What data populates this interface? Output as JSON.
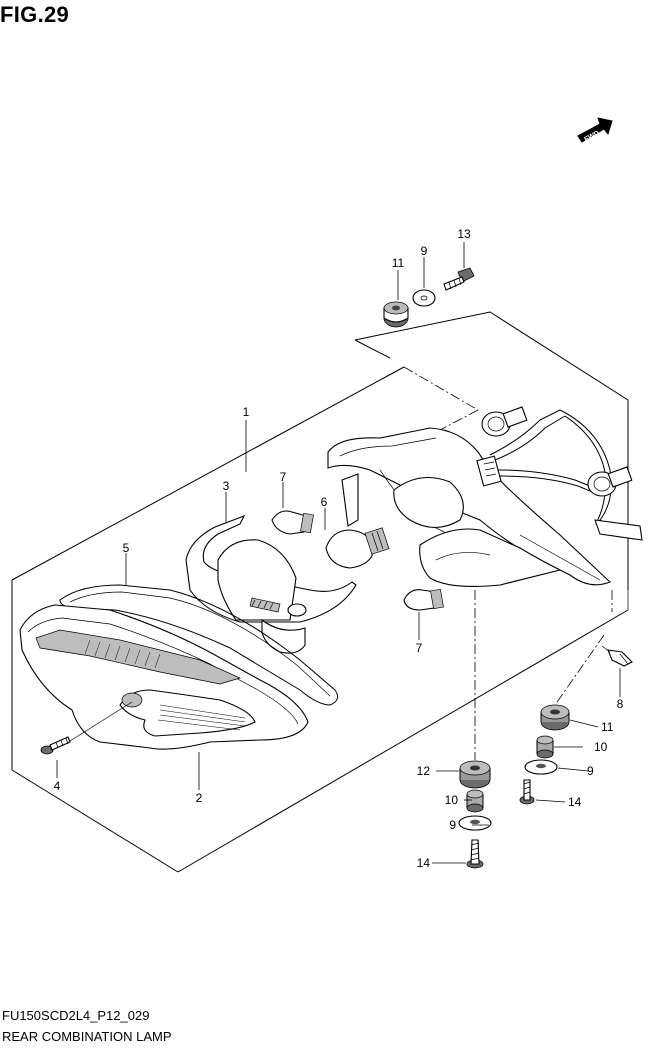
{
  "figure": {
    "title": "FIG.29",
    "code": "FU150SCD2L4_P12_029",
    "description": "REAR COMBINATION LAMP",
    "direction_badge": "FWD"
  },
  "callouts": [
    {
      "id": "c1",
      "label": "1"
    },
    {
      "id": "c2",
      "label": "2"
    },
    {
      "id": "c3",
      "label": "3"
    },
    {
      "id": "c4",
      "label": "4"
    },
    {
      "id": "c5",
      "label": "5"
    },
    {
      "id": "c6",
      "label": "6"
    },
    {
      "id": "c7a",
      "label": "7"
    },
    {
      "id": "c7b",
      "label": "7"
    },
    {
      "id": "c8",
      "label": "8"
    },
    {
      "id": "c9a",
      "label": "9"
    },
    {
      "id": "c9b",
      "label": "9"
    },
    {
      "id": "c9c",
      "label": "9"
    },
    {
      "id": "c10a",
      "label": "10"
    },
    {
      "id": "c10b",
      "label": "10"
    },
    {
      "id": "c11a",
      "label": "11"
    },
    {
      "id": "c11b",
      "label": "11"
    },
    {
      "id": "c12",
      "label": "12"
    },
    {
      "id": "c13",
      "label": "13"
    },
    {
      "id": "c14a",
      "label": "14"
    },
    {
      "id": "c14b",
      "label": "14"
    }
  ]
}
